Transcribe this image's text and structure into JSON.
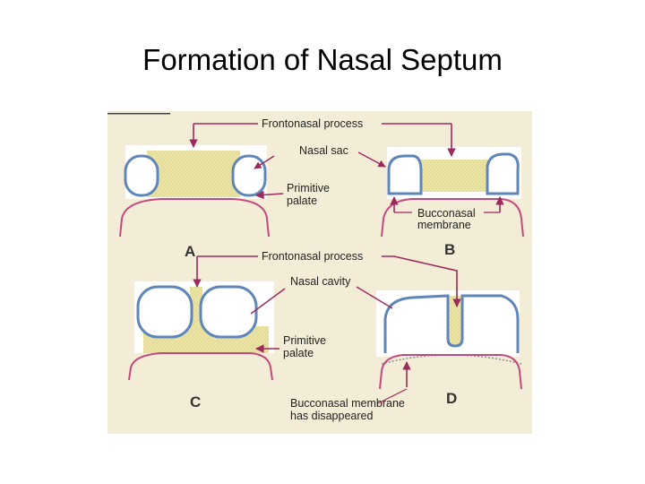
{
  "slide": {
    "title": "Formation of Nasal Septum"
  },
  "figure": {
    "labels": {
      "frontonasal_top": "Frontonasal process",
      "nasal_sac": "Nasal sac",
      "primitive_palate_a": [
        "Primitive",
        "palate"
      ],
      "bucconasal_membrane": [
        "Bucconasal",
        "membrane"
      ],
      "frontonasal_mid": "Frontonasal process",
      "nasal_cavity": "Nasal cavity",
      "primitive_palate_c": [
        "Primitive",
        "palate"
      ],
      "bucconasal_disappeared": [
        "Bucconasal membrane",
        "has disappeared"
      ]
    },
    "panels": [
      "A",
      "B",
      "C",
      "D"
    ],
    "colors": {
      "page_bg": "#ffffff",
      "figure_bg": "#f3ecd6",
      "tissue": "#ece4a4",
      "sac_outline": "#5f86b8",
      "mucosa": "#c24a7e",
      "arrow": "#9c2a5c"
    }
  }
}
